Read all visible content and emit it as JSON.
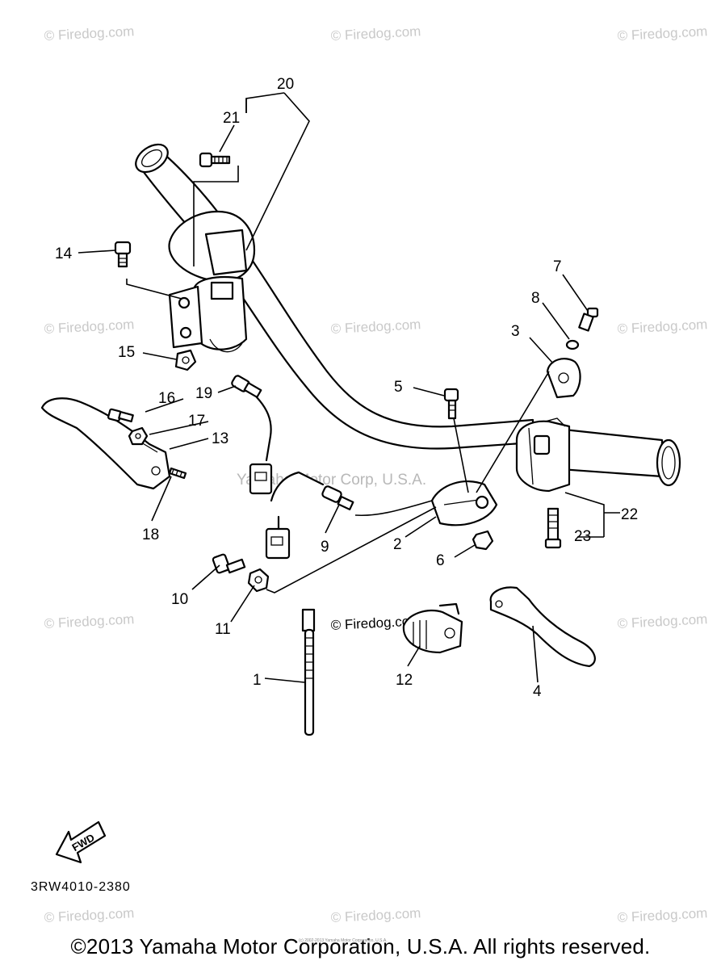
{
  "watermark": "© Firedog.com",
  "center_watermark": "Yamaha Motor Corp, U.S.A.",
  "diagram_code": "3RW4010-2380",
  "fwd_label": "FWD",
  "copyright": "©2013 Yamaha Motor Corporation, U.S.A. All rights reserved.",
  "fine_print": "(c) 2002-2013 Yamaha Motor Corporation, U.S.A.",
  "callouts": {
    "c1": "1",
    "c2": "2",
    "c3": "3",
    "c4": "4",
    "c5": "5",
    "c6": "6",
    "c7": "7",
    "c8": "8",
    "c9": "9",
    "c10": "10",
    "c11": "11",
    "c12": "12",
    "c13": "13",
    "c14": "14",
    "c15": "15",
    "c16": "16",
    "c17": "17",
    "c18": "18",
    "c19": "19",
    "c20": "20",
    "c21": "21",
    "c22": "22",
    "c23": "23"
  }
}
